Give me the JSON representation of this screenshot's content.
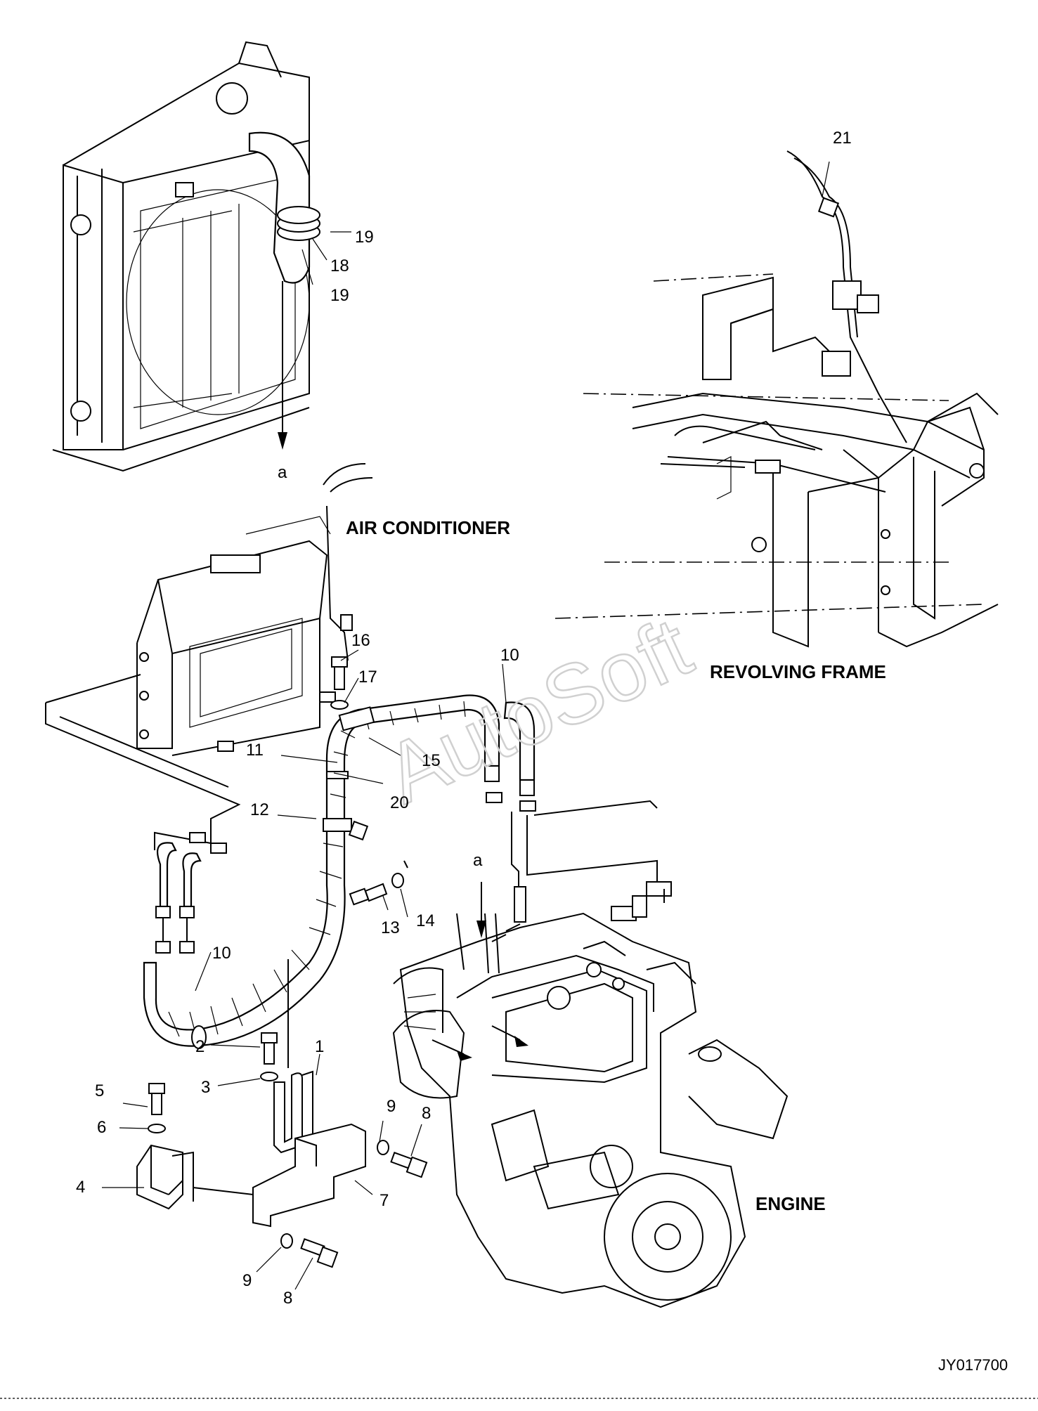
{
  "section_titles": {
    "air_conditioner": "AIR CONDITIONER",
    "revolving_frame": "REVOLVING FRAME",
    "engine": "ENGINE"
  },
  "view_marker": "a",
  "drawing_code": "JY017700",
  "watermark": "AutoSoft",
  "callouts": [
    "1",
    "2",
    "3",
    "4",
    "5",
    "6",
    "7",
    "8",
    "8",
    "9",
    "9",
    "10",
    "10",
    "11",
    "12",
    "13",
    "14",
    "15",
    "16",
    "17",
    "18",
    "19",
    "19",
    "20",
    "21"
  ]
}
